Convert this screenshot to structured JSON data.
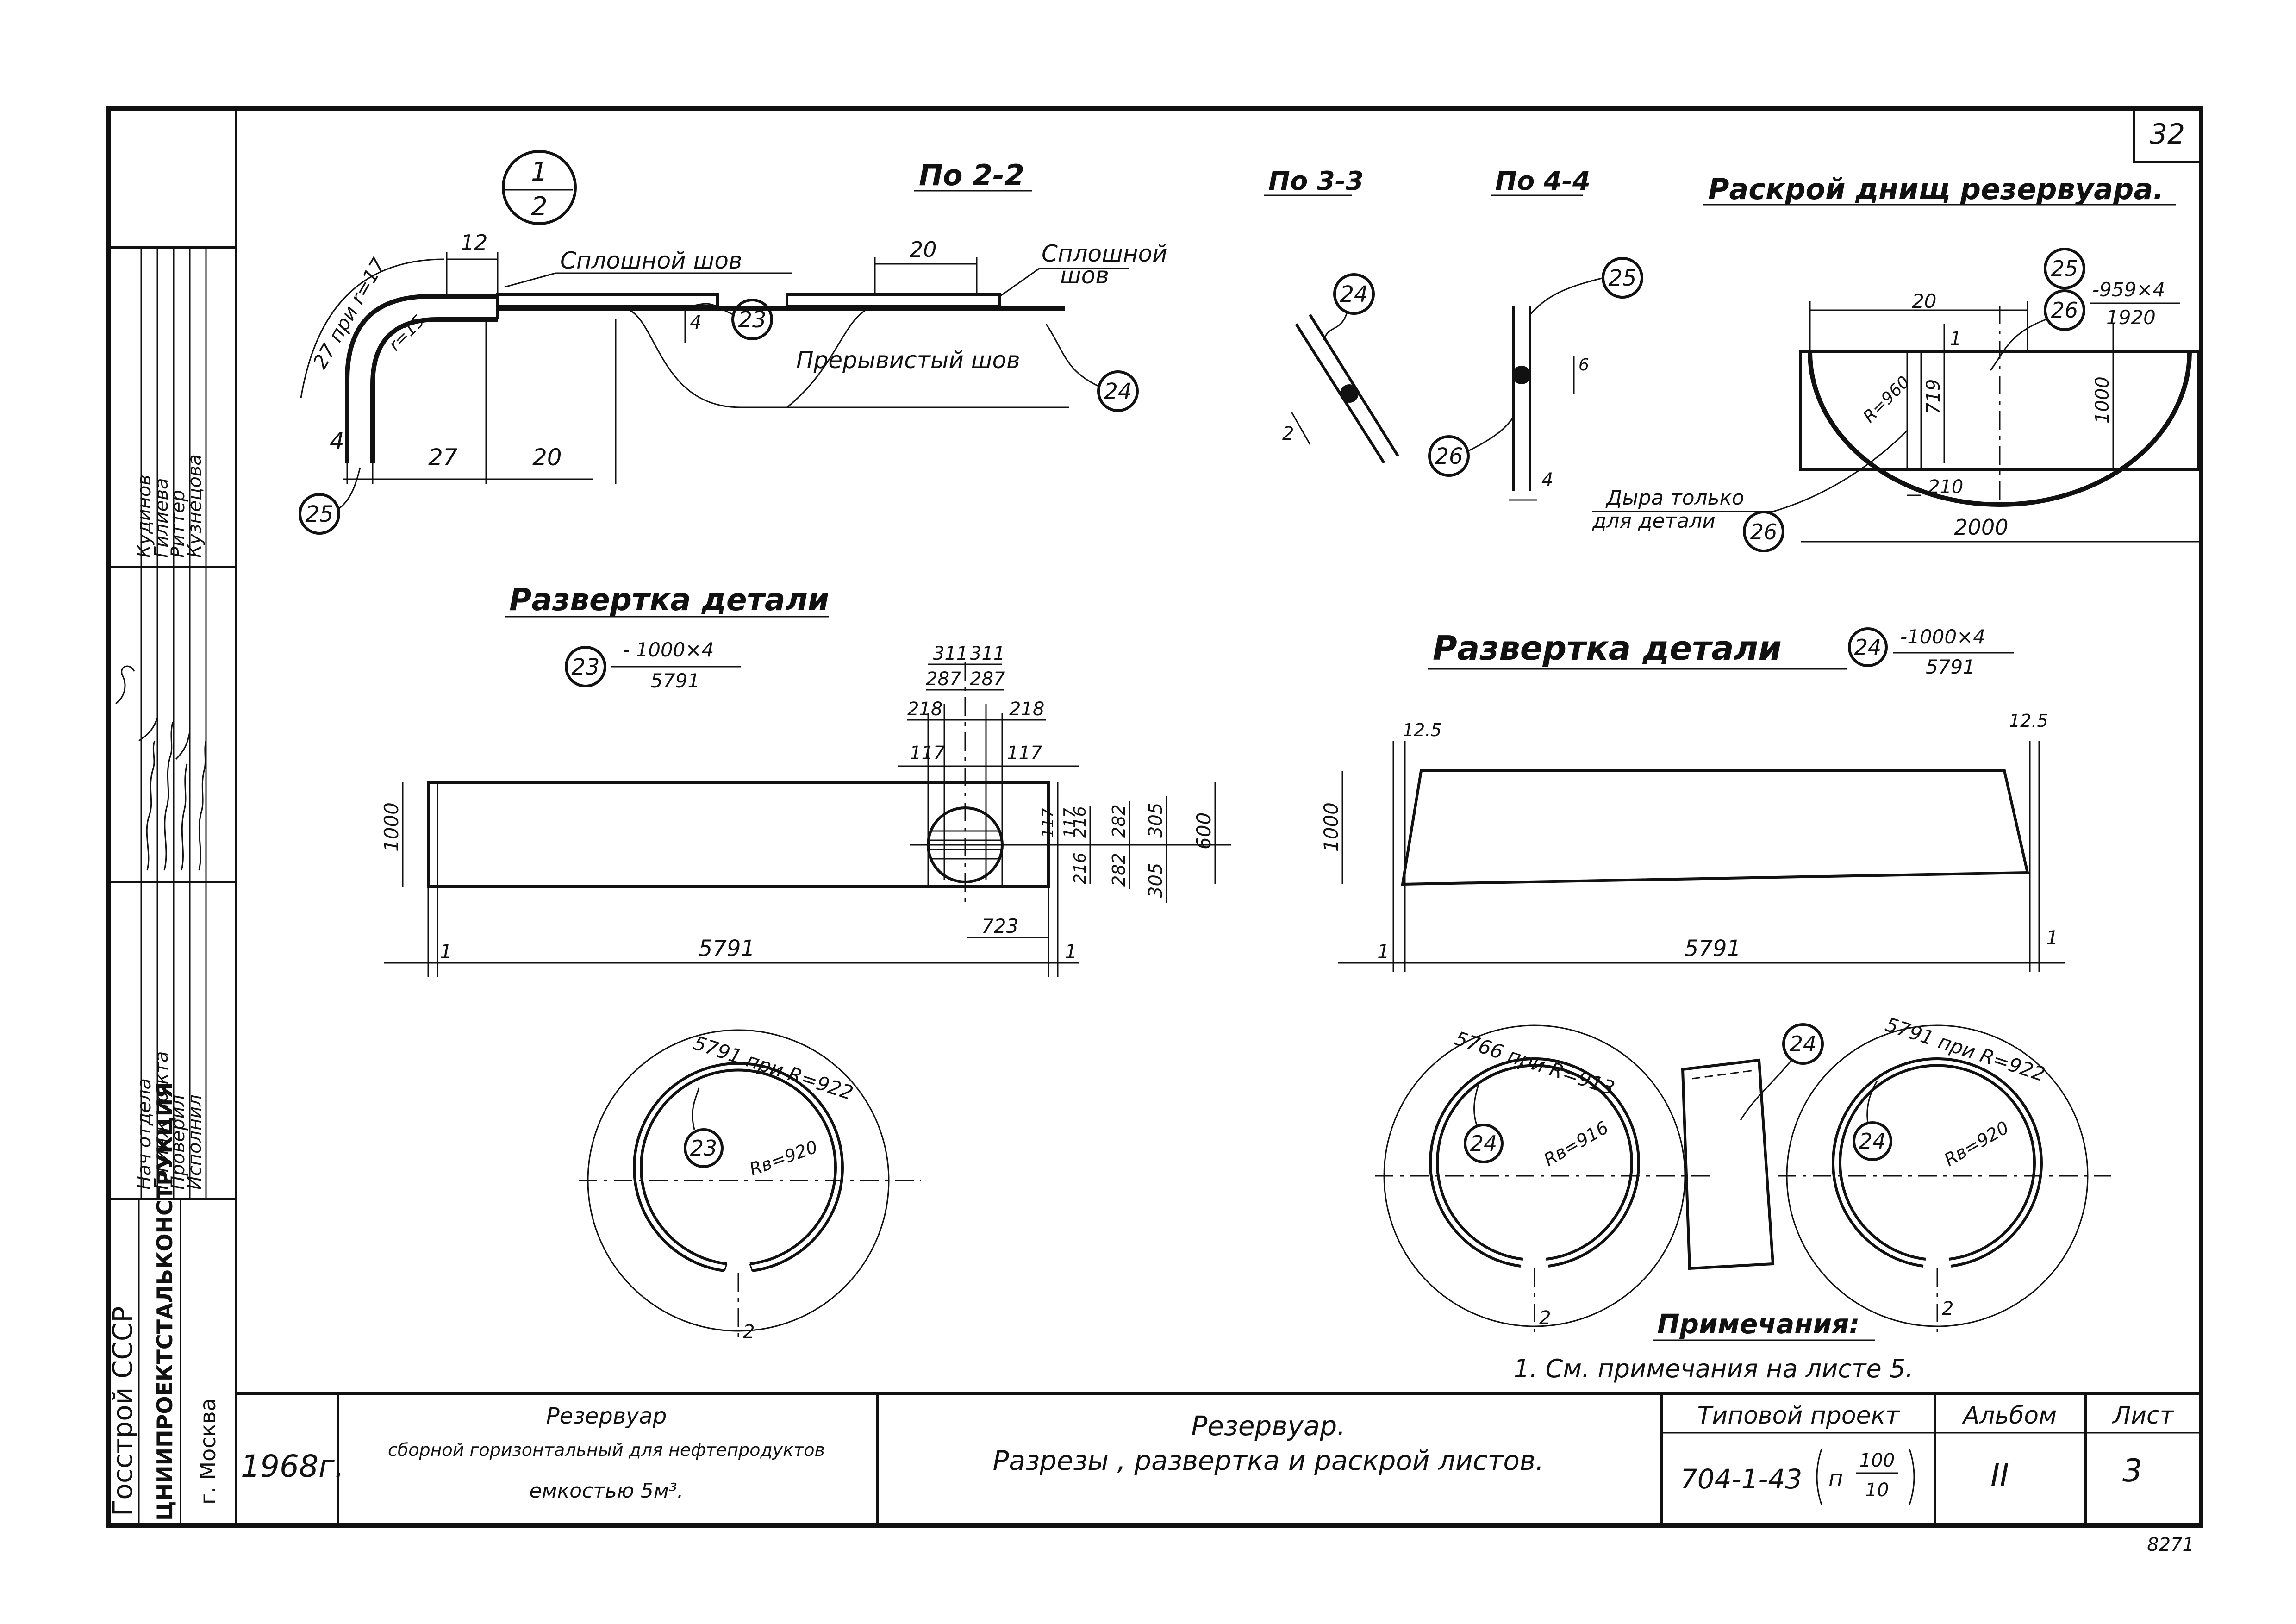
{
  "sheet_number": "32",
  "section_mark": {
    "top": "1",
    "bottom": "2"
  },
  "views": {
    "s22": "По 2-2",
    "s33": "По 3-3",
    "s44": "По 4-4",
    "bottoms_title": "Раскрой днищ резервуара."
  },
  "section22": {
    "weld_solid_1": "Сплошной шов",
    "weld_solid_2a": "Сплошной",
    "weld_solid_2b": "шов",
    "weld_intermittent": "Прерывистый шов",
    "dim_arc": "27 при r=17",
    "dim_r": "r=15",
    "d12": "12",
    "d20top": "20",
    "d4a": "4",
    "d4b": "4",
    "d27": "27",
    "d20": "20",
    "p23": "23",
    "p24": "24",
    "p25": "25"
  },
  "section33": {
    "p24": "24",
    "d2": "2"
  },
  "section44": {
    "p25": "25",
    "p26": "26",
    "d4": "4",
    "d6": "6"
  },
  "bottoms": {
    "p25": "25",
    "p26": "26",
    "spec_top": "-959×4",
    "spec_bottom": "1920",
    "d20": "20",
    "d1": "1",
    "d719": "719",
    "d1000": "1000",
    "r960": "R=960",
    "d210": "210",
    "d2000": "2000",
    "note_hole_1": "Дыра только",
    "note_hole_2": "для детали",
    "note_p26": "26"
  },
  "dev23": {
    "title": "Развертка детали",
    "part": "23",
    "spec_top": "- 1000×4",
    "spec_bottom": "5791",
    "d311a": "311",
    "d311b": "311",
    "d287a": "287",
    "d287b": "287",
    "d218a": "218",
    "d218b": "218",
    "d117a": "117",
    "d117b": "117",
    "d1000": "1000",
    "d5791": "5791",
    "d723": "723",
    "d600": "600",
    "d305a": "305",
    "d305b": "305",
    "d282a": "282",
    "d282b": "282",
    "d216a": "216",
    "d216b": "216",
    "d117c": "117",
    "d117d": "117",
    "d1a": "1",
    "d1b": "1"
  },
  "dev24": {
    "title": "Развертка детали",
    "part": "24",
    "spec_top": "-1000×4",
    "spec_bottom": "5791",
    "d125a": "12.5",
    "d125b": "12.5",
    "d1000": "1000",
    "d5791": "5791",
    "d1a": "1",
    "d1b": "1"
  },
  "circles": {
    "c1_arc": "5791 при R=922",
    "c1_part": "23",
    "c1_r": "Rв=920",
    "c1_mark": "2",
    "c2_arc": "5766 при R=913",
    "c2_part": "24",
    "c2_r": "Rв=916",
    "c2_mark": "2",
    "mid_part": "24",
    "c3_arc": "5791 при R=922",
    "c3_part": "24",
    "c3_r": "Rв=920",
    "c3_mark": "2"
  },
  "notes": {
    "title": "Примечания:",
    "item1": "1. См. примечания на листе 5."
  },
  "left_strip": {
    "org1": "Госстрой СССР",
    "org2": "ЦНИИПРОЕКТСТАЛЬКОНСТРУКЦИЯ",
    "city": "г. Москва",
    "roles": [
      "Нач отдела",
      "Гл инж пр-кта",
      "Проверил",
      "Исполнил"
    ],
    "names": [
      "Кудинов",
      "Гилиева",
      "Риттер",
      "Кузнецова"
    ]
  },
  "title_block": {
    "year": "1968г.",
    "object_line1": "Резервуар",
    "object_line2": "сборной горизонтальный для нефтепродуктов",
    "object_line3": "емкостью 5м³.",
    "sheet_title_1": "Резервуар.",
    "sheet_title_2": "Разрезы , развертка и раскрой листов.",
    "project_label": "Типовой проект",
    "project_value": "704-1-43",
    "project_frac_top": "100",
    "project_frac_bottom": "10",
    "project_frac_prefix": "п",
    "album_label": "Альбом",
    "album_value": "II",
    "sheet_label": "Лист",
    "sheet_value": "3",
    "inv": "8271"
  }
}
